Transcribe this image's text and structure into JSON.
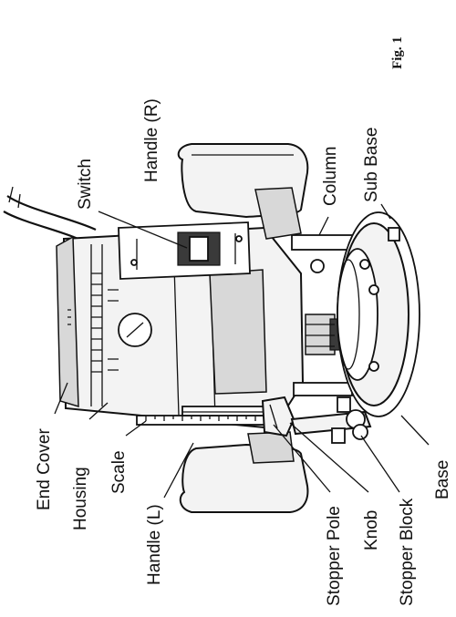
{
  "figure": {
    "fig_label": "Fig. 1",
    "labels": {
      "switch": "Switch",
      "handle_r": "Handle (R)",
      "column": "Column",
      "sub_base": "Sub Base",
      "end_cover": "End Cover",
      "housing": "Housing",
      "scale": "Scale",
      "handle_l": "Handle (L)",
      "stopper_pole": "Stopper Pole",
      "knob": "Knob",
      "stopper_block": "Stopper Block",
      "base": "Base"
    }
  }
}
